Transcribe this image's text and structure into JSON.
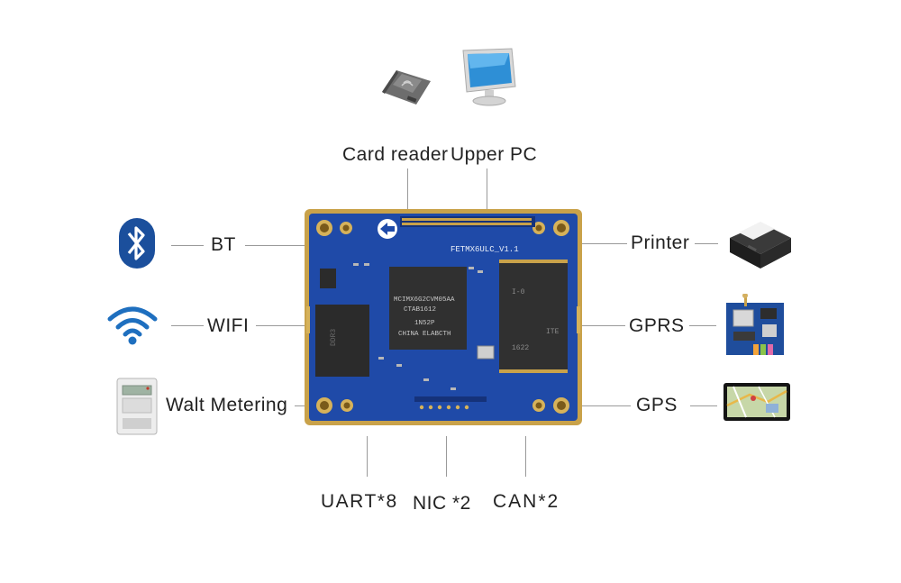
{
  "top": {
    "card_reader": "Card reader",
    "upper_pc": "Upper PC"
  },
  "left": {
    "bt": "BT",
    "wifi": "WIFI",
    "metering": "Walt Metering"
  },
  "right": {
    "printer": "Printer",
    "gprs": "GPRS",
    "gps": "GPS"
  },
  "bottom": {
    "uart": "UART*8",
    "nic": "NIC *2",
    "can": "CAN*2"
  },
  "board": {
    "silk": "FETMX6ULC_V1.1",
    "cpu_line1": "MCIMX6G2CVM05AA",
    "cpu_line2": "CTAB1612",
    "cpu_line3": "1N52P",
    "cpu_line4": "CHINA ELABCTH",
    "flash_line1": "I-0",
    "flash_line2": "1622",
    "flash_line3": "ITE",
    "ram_line": "DDR3"
  },
  "colors": {
    "pcb_blue": "#1f4aa8",
    "pcb_gold": "#c9a24a",
    "chip": "#2b2b2b",
    "line": "#9a9a9a"
  }
}
